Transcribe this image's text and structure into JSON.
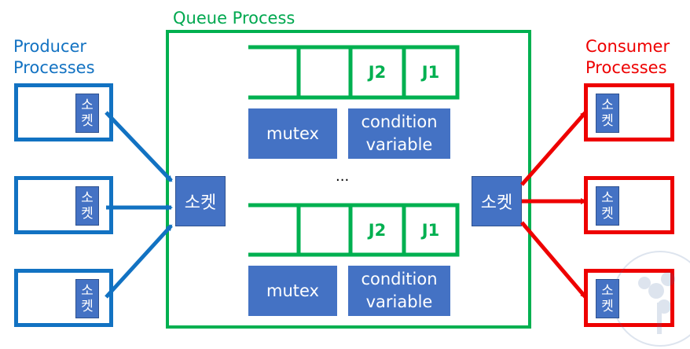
{
  "producer": {
    "title": "Producer\nProcesses",
    "socket_label": "소켓"
  },
  "consumer": {
    "title": "Consumer\nProcesses",
    "socket_label": "소켓"
  },
  "queue_process": {
    "title": "Queue Process",
    "in_socket_label": "소켓",
    "out_socket_label": "소켓",
    "ellipsis": "...",
    "queues": [
      {
        "cells": [
          "",
          "",
          "J2",
          "J1"
        ],
        "mutex_label": "mutex",
        "condition_label": "condition\nvariable"
      },
      {
        "cells": [
          "",
          "",
          "J2",
          "J1"
        ],
        "mutex_label": "mutex",
        "condition_label": "condition\nvariable"
      }
    ]
  },
  "colors": {
    "producer": "#1272c2",
    "consumer": "#ee0000",
    "queue": "#00b050",
    "box_fill": "#4472c4"
  }
}
